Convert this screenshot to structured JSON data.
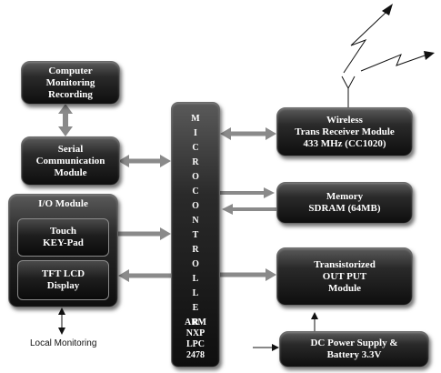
{
  "blocks": {
    "computer": [
      "Computer",
      "Monitoring",
      "Recording"
    ],
    "serial": [
      "Serial",
      "Communication",
      "Module"
    ],
    "io_module": {
      "title": "I/O Module",
      "touch": [
        "Touch",
        "KEY-Pad"
      ],
      "tft": [
        "TFT LCD",
        "Display"
      ]
    },
    "microcontroller": {
      "letters": [
        "M",
        "I",
        "C",
        "R",
        "O",
        "C",
        "O",
        "N",
        "T",
        "R",
        "O",
        "L",
        "L",
        "E",
        "R"
      ],
      "bottom": [
        "ARM",
        "NXP",
        "LPC",
        "2478"
      ]
    },
    "wireless": [
      "Wireless",
      "Trans Receiver Module",
      "433 MHz (CC1020)"
    ],
    "memory": [
      "Memory",
      "SDRAM (64MB)"
    ],
    "output": [
      "Transistorized",
      "OUT PUT",
      "Module"
    ],
    "power": [
      "DC Power Supply &",
      "Battery 3.3V"
    ]
  },
  "labels": {
    "local_monitoring": "Local Monitoring"
  }
}
